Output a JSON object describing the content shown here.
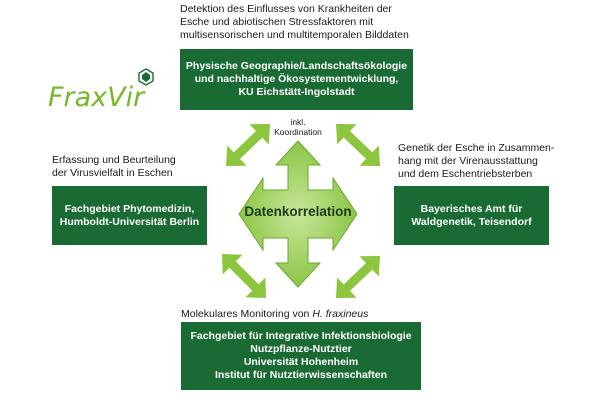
{
  "logo": {
    "text": "FraxVir",
    "icon": "virus-icon"
  },
  "colors": {
    "box": "#1a6b33",
    "arrow": "#8cc63f",
    "logo": "#77b82a"
  },
  "top": {
    "caption": [
      "Detektion des Einflusses von Krankheiten der",
      "Esche und abiotischen Stressfaktoren mit",
      "multisensorischen und multitemporalen Bilddaten"
    ],
    "box": [
      "Physische Geographie/Landschaftsökologie",
      "und nachhaltige Ökosystementwicklung,",
      "KU Eichstätt-Ingolstadt"
    ]
  },
  "left": {
    "caption": [
      "Erfassung und Beurteilung",
      "der Virusvielfalt in Eschen"
    ],
    "box": [
      "Fachgebiet Phytomedizin,",
      "Humboldt-Universität Berlin"
    ]
  },
  "right": {
    "caption": [
      "Genetik der Esche in Zusammen-",
      "hang mit der Virenausstattung",
      "und dem Eschentriebsterben"
    ],
    "box": [
      "Bayerisches Amt für",
      "Waldgenetik, Teisendorf"
    ]
  },
  "bottom": {
    "caption_prefix": "Molekulares Monitoring von ",
    "caption_species": "H. fraxineus",
    "box": [
      "Fachgebiet für Integrative Infektionsbiologie",
      "Nutzpflanze-Nutztier",
      "Universität Hohenheim",
      "Institut für Nutztierwissenschaften"
    ]
  },
  "center": {
    "label": "Datenkorrelation",
    "note": [
      "inkl.",
      "Koordination"
    ]
  }
}
